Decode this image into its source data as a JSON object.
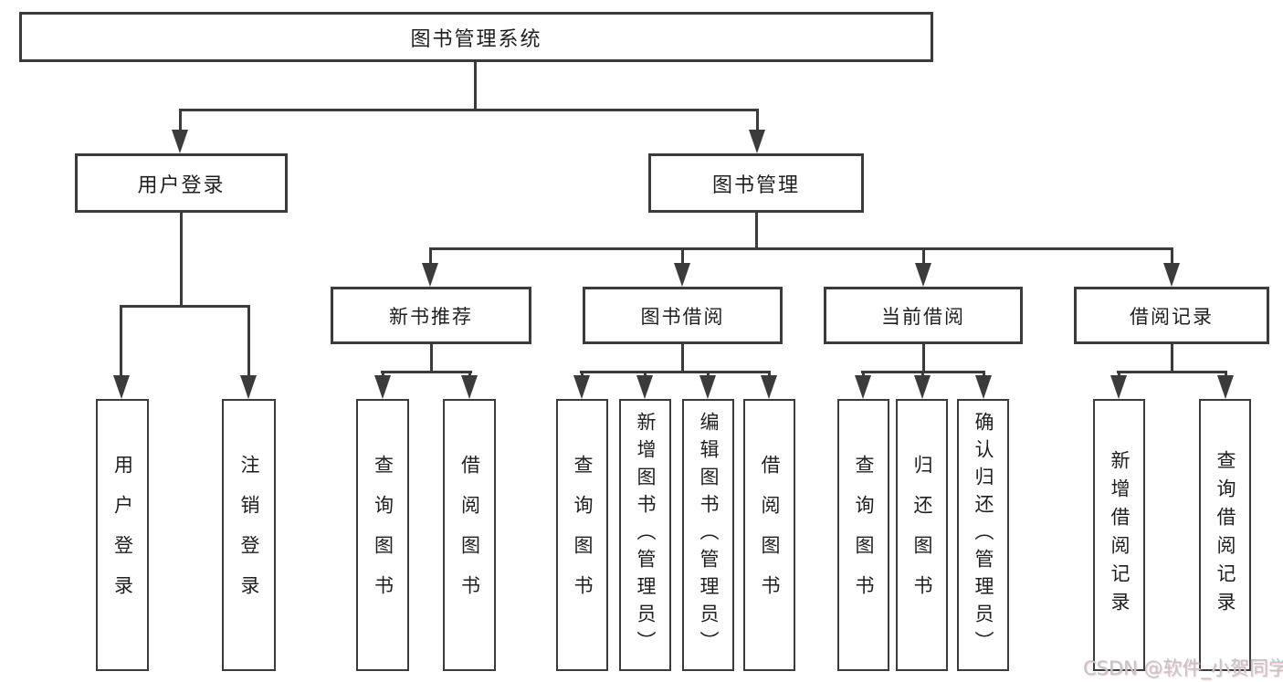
{
  "diagram": {
    "root": {
      "label": "图书管理系统"
    },
    "level2": [
      {
        "id": "user-login",
        "label": "用户登录"
      },
      {
        "id": "book-management",
        "label": "图书管理"
      }
    ],
    "level3": [
      {
        "id": "new-book-recommend",
        "label": "新书推荐"
      },
      {
        "id": "book-borrow",
        "label": "图书借阅"
      },
      {
        "id": "current-borrow",
        "label": "当前借阅"
      },
      {
        "id": "borrow-records",
        "label": "借阅记录"
      }
    ],
    "leaves": {
      "user_login": [
        "用户登录",
        "注销登录"
      ],
      "new_books": [
        "查询图书",
        "借阅图书"
      ],
      "book_borrow": [
        "查询图书",
        "新增图书（管理员）",
        "编辑图书（管理员）",
        "借阅图书"
      ],
      "current_borrow": [
        "查询图书",
        "归还图书",
        "确认归还（管理员）"
      ],
      "borrow_records": [
        "新增借阅记录",
        "查询借阅记录"
      ]
    }
  },
  "watermark": {
    "text": "CSDN @软件_小贺同学"
  },
  "colors": {
    "line": "#3b3b3b",
    "text": "#1f1f1f",
    "background": "#ffffff",
    "watermark": "#c2c5c9"
  }
}
